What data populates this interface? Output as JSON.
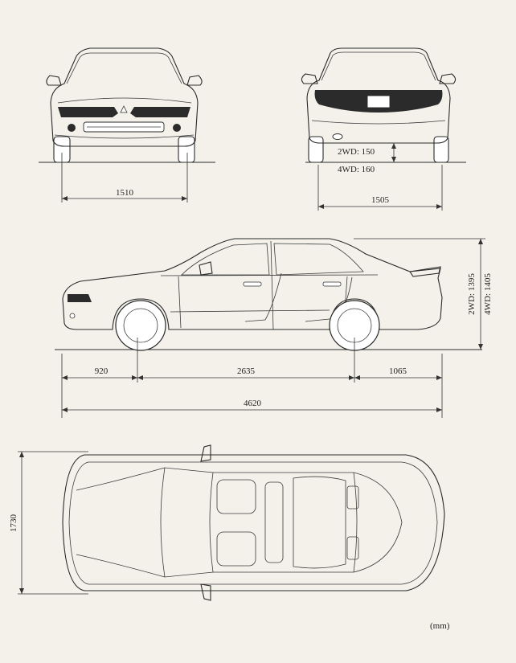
{
  "front_view": {
    "track_width": "1510"
  },
  "rear_view": {
    "clearance_2wd": "2WD: 150",
    "clearance_4wd": "4WD: 160",
    "track_width": "1505"
  },
  "side_view": {
    "height_2wd": "2WD: 1395",
    "height_4wd": "4WD: 1405",
    "front_overhang": "920",
    "wheelbase": "2635",
    "rear_overhang": "1065",
    "overall_length": "4620"
  },
  "top_view": {
    "overall_width": "1730"
  },
  "unit_label": "(mm)"
}
